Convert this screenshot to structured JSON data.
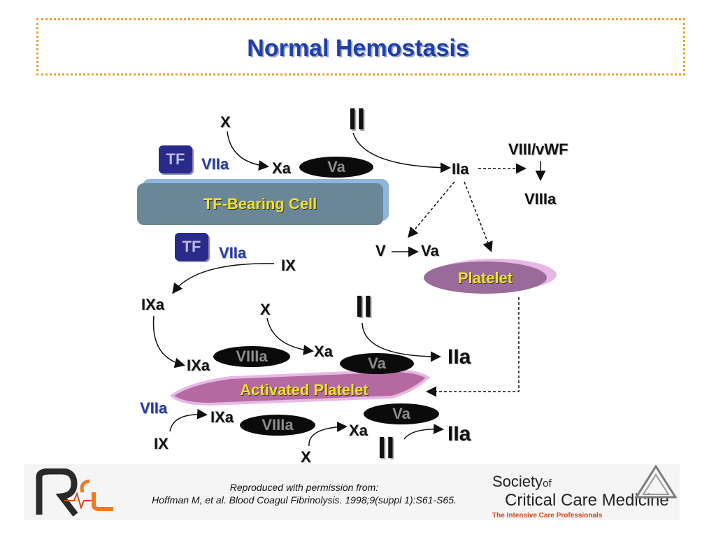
{
  "title": "Normal Hemostasis",
  "tf_cell": {
    "x_top": "X",
    "ii_top": "II",
    "tf1": "TF",
    "viia1": "VIIa",
    "xa1": "Xa",
    "va1": "Va",
    "cell_label": "TF-Bearing Cell",
    "iia1": "IIa",
    "viii_vwf": "VIII/vWF",
    "viiia1": "VIIIa",
    "tf2": "TF",
    "viia2": "VIIa",
    "ix1": "IX",
    "v": "V",
    "va2": "Va",
    "platelet_label": "Platelet"
  },
  "activated": {
    "ixa1": "IXa",
    "x2": "X",
    "ii2": "II",
    "ixa2": "IXa",
    "viiia2": "VIIIa",
    "xa2": "Xa",
    "va3": "Va",
    "iia2": "IIa",
    "label": "Activated Platelet",
    "viia3": "VIIa",
    "ix2": "IX",
    "ixa3": "IXa",
    "viiia3": "VIIIa",
    "va4": "Va",
    "xa3": "Xa",
    "iia3": "IIa",
    "x3": "X",
    "ii3": "II"
  },
  "footer": {
    "credit_line1": "Reproduced with permission from:",
    "credit_line2": "Hoffman M, et al. Blood Coagul Fibrinolysis. 1998;9(suppl 1):S61-S65.",
    "society_line1": "Society",
    "society_of": "of",
    "society_line2": "Critical Care Medicine",
    "society_tagline": "The Intensive Care Professionals"
  },
  "colors": {
    "title": "#1f3fa8",
    "accent_yellow": "#f2e02a",
    "tf_box": "#2a2a8a",
    "platelet": "#9a6a9a"
  },
  "icons": [
    "ricu-logo-icon",
    "sccm-triangle-logo-icon"
  ]
}
